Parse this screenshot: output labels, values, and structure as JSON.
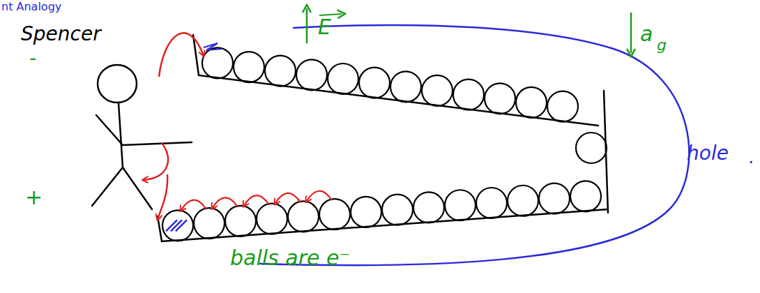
{
  "diagram": {
    "title": "nt Analogy",
    "labels": [
      "Spencer",
      "-",
      "+",
      "E",
      "a",
      "g",
      "hole",
      ".",
      "balls are e⁻"
    ]
  }
}
